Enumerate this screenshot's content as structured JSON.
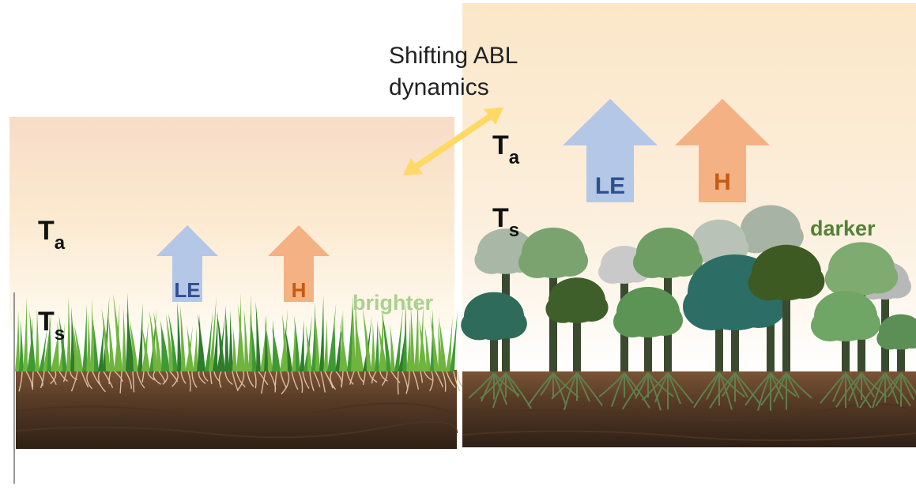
{
  "title": {
    "line1": "Shifting ABL",
    "line2": "dynamics"
  },
  "grassland": {
    "air_temp": {
      "symbol": "T",
      "subscript": "a"
    },
    "surface_temp": {
      "symbol": "T",
      "subscript": "s"
    },
    "latent_heat_label": "LE",
    "sensible_heat_label": "H",
    "albedo_label": "brighter"
  },
  "forest": {
    "air_temp": {
      "symbol": "T",
      "subscript": "a"
    },
    "surface_temp": {
      "symbol": "T",
      "subscript": "s"
    },
    "latent_heat_label": "LE",
    "sensible_heat_label": "H",
    "albedo_label": "darker"
  },
  "colors": {
    "le_arrow": "#b4c7e7",
    "le_text": "#2f4f8f",
    "h_arrow": "#f4b183",
    "h_text": "#c55a11",
    "brighter_text": "#a9d18e",
    "darker_text": "#548235",
    "double_arrow": "#ffd966",
    "soil_dark": "#3b2a1c",
    "soil_light": "#6b4a30"
  },
  "icons": [
    "up-arrow-icon",
    "double-headed-arrow-icon",
    "grass-icon",
    "tree-icon",
    "root-icon"
  ]
}
